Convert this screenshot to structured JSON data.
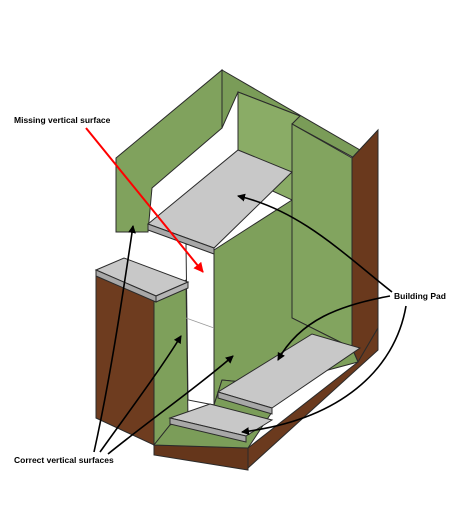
{
  "annotations": {
    "missing_vertical_surface": "Missing vertical surface",
    "building_pad": "Building Pad",
    "correct_vertical_surfaces": "Correct vertical surfaces"
  },
  "colors": {
    "grass_green": "#7ea05b",
    "soil_brown": "#6b3a1e",
    "pad_grey": "#c6c6c6",
    "missing_face": "#ffffff",
    "error_arrow": "#ff0000",
    "callout_arrow": "#000000"
  }
}
